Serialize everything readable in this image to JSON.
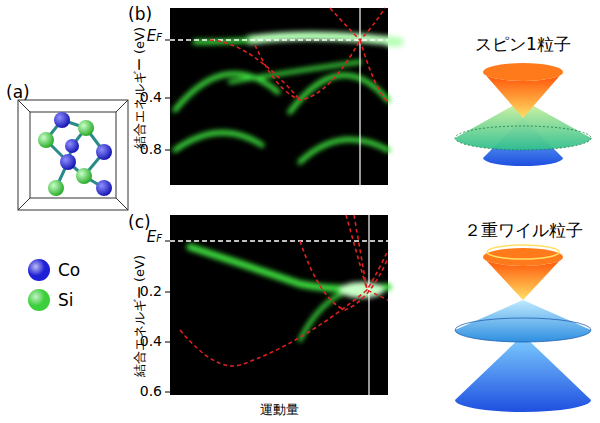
{
  "diagram": {
    "labels": [
      "(a)",
      "(b)",
      "EF",
      "0.4",
      "0.8",
      "結合エネルギー (eV)",
      "スピン1粒子",
      "(c)",
      "EF",
      "0.2",
      "0.4",
      "0.6",
      "結合エネルギー (eV)",
      "運動量",
      "２重ワイル粒子"
    ],
    "legend": [
      {
        "text": "Co",
        "color": "#1f1fd6"
      },
      {
        "text": "Si",
        "color": "#3ccf3c"
      }
    ]
  }
}
